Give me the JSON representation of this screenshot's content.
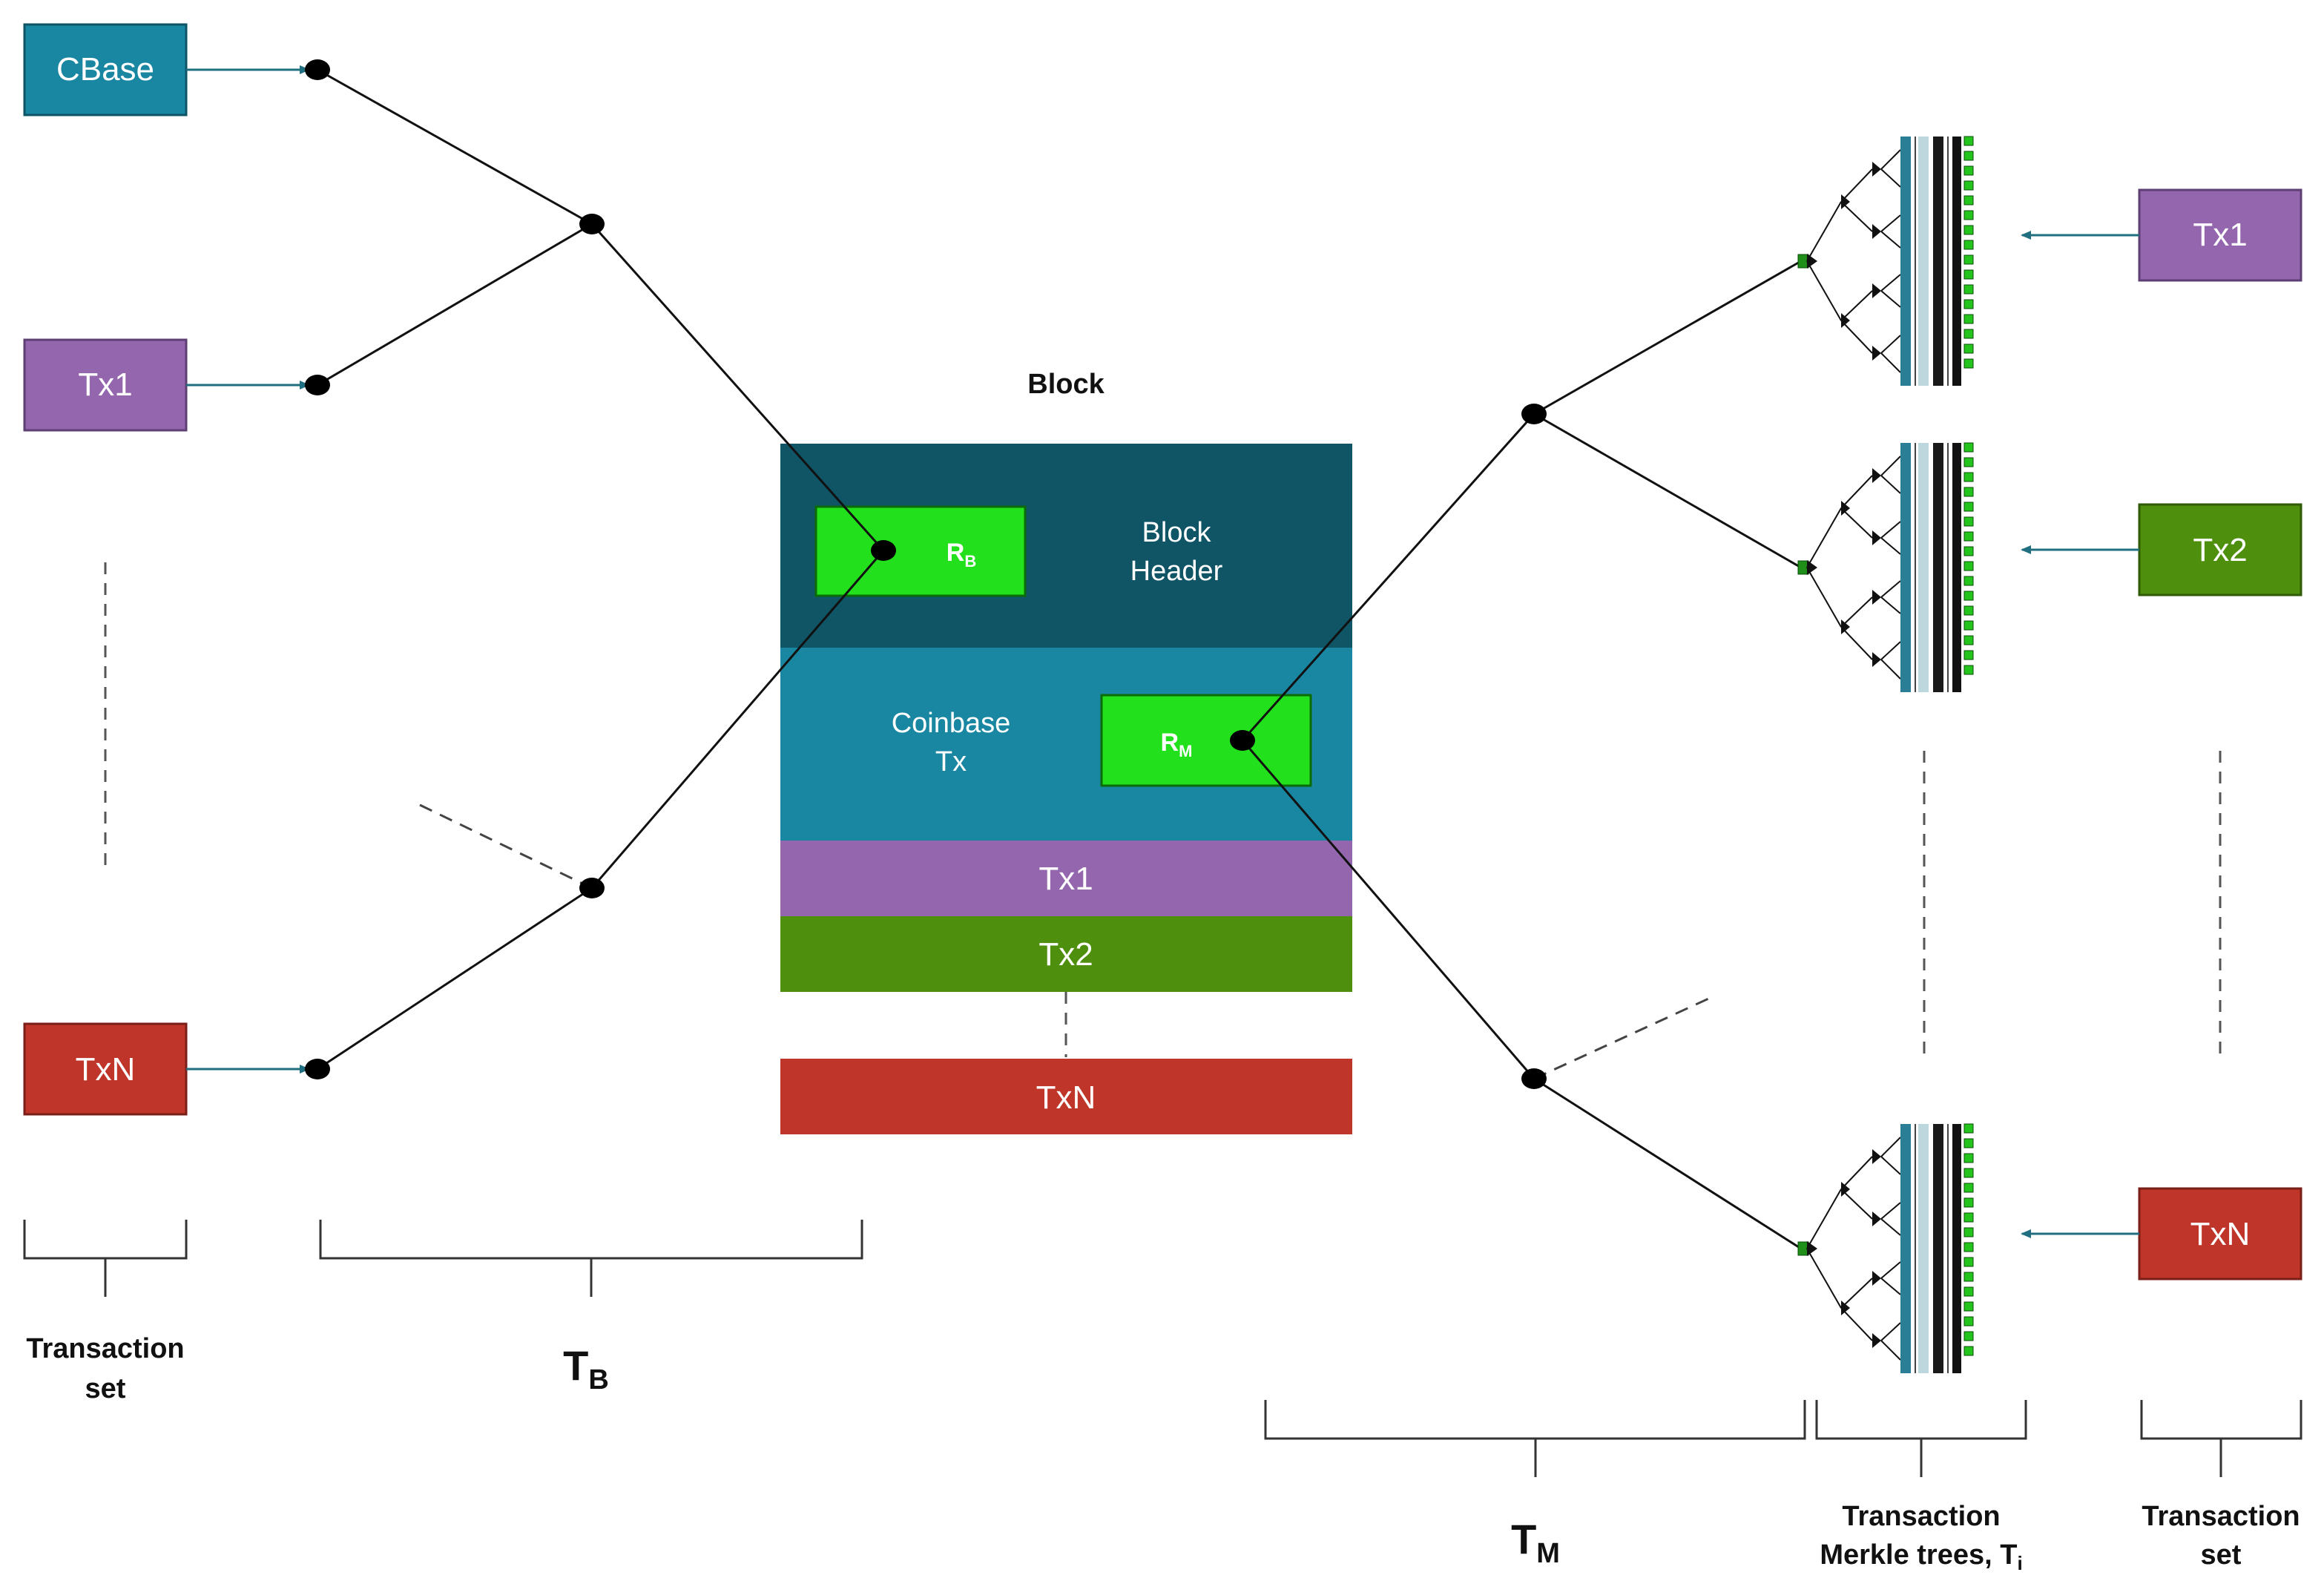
{
  "colors": {
    "cbase": "#1a87a2",
    "tx1": "#9366ad",
    "tx2": "#4f8f0e",
    "txn": "#c0352a",
    "header_bg": "#0f5566",
    "coinbase_bg": "#1a87a2",
    "root_green": "#23e01c",
    "edge": "#111111",
    "arrow": "#1f6f80"
  },
  "left_set": {
    "cbase": "CBase",
    "tx1": "Tx1",
    "txn": "TxN"
  },
  "block": {
    "title": "Block",
    "header": [
      "Block",
      "Header"
    ],
    "rb": {
      "main": "R",
      "sub": "B"
    },
    "coinbase": [
      "Coinbase",
      "Tx"
    ],
    "rm": {
      "main": "R",
      "sub": "M"
    },
    "tx1": "Tx1",
    "tx2": "Tx2",
    "txn": "TxN"
  },
  "right_set": {
    "tx1": "Tx1",
    "tx2": "Tx2",
    "txn": "TxN"
  },
  "bottom_labels": {
    "left_set": [
      "Transaction",
      "set"
    ],
    "tb": {
      "main": "T",
      "sub": "B"
    },
    "tm": {
      "main": "T",
      "sub": "M"
    },
    "merkle": [
      "Transaction",
      "Merkle trees, T"
    ],
    "merkle_sub": "i",
    "right_set": [
      "Transaction",
      "set"
    ]
  }
}
